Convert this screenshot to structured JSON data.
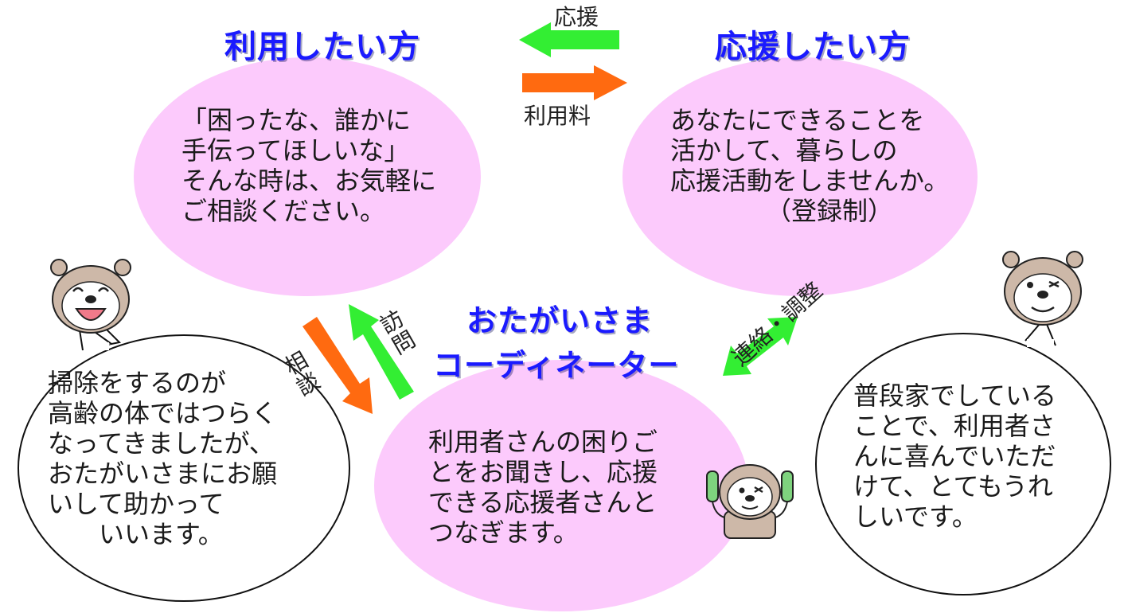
{
  "user_side": {
    "heading": "利用したい方",
    "body": "「困ったな、誰かに\n手伝ってほしいな」\nそんな時は、お気軽に\nご相談ください。"
  },
  "supporter_side": {
    "heading": "応援したい方",
    "body": "あなたにできることを\n活かして、暮らしの\n応援活動をしませんか。",
    "registration": "（登録制）"
  },
  "coordinator": {
    "heading_line1": "おたがいさま",
    "heading_line2": "コーディネーター",
    "body": "利用者さんの困りご\nとをお聞きし、応援\nできる応援者さんと\nつなぎます。"
  },
  "arrows": {
    "support": "応援",
    "fee": "利用料",
    "consult": "相\n談",
    "visit": "訪\n問",
    "contact": "連絡・調整"
  },
  "testimonials": {
    "user_voice": "掃除をするのが\n高齢の体ではつらく\nなってきましたが、\nおたがいさまにお願\nいして助かって\n　　いいます。",
    "supporter_voice": "普段家でしている\nことで、利用者さ\nんに喜んでいただ\nけて、とてもうれ\nしいです。"
  },
  "colors": {
    "bubble_pink": "#fccafc",
    "heading_blue": "#1a1aff",
    "arrow_green": "#33ee33",
    "arrow_orange": "#ff6a10",
    "mascot_fur": "#cdb8a8"
  },
  "icons": [
    "smiling-mascot-icon",
    "winking-mascot-icon",
    "mascot-with-phones-icon"
  ]
}
